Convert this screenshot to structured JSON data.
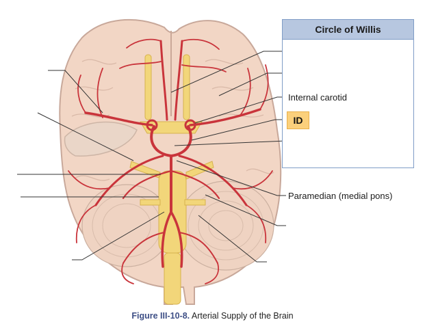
{
  "figure": {
    "caption_label": "Figure III-10-8.",
    "caption_text": "Arterial Supply of the Brain"
  },
  "box": {
    "title": "Circle of Willis"
  },
  "labels": {
    "internal_carotid": "Internal carotid",
    "id_tag": "ID",
    "paramedian": "Paramedian (medial pons)"
  },
  "colors": {
    "brain": "#f2d6c5",
    "brain_outline": "#c8a89a",
    "artery": "#c9343b",
    "nerve": "#f2d67a",
    "box_header": "#b7c7e0",
    "tag": "#fbd07c",
    "caption_label": "#3e4f86"
  }
}
